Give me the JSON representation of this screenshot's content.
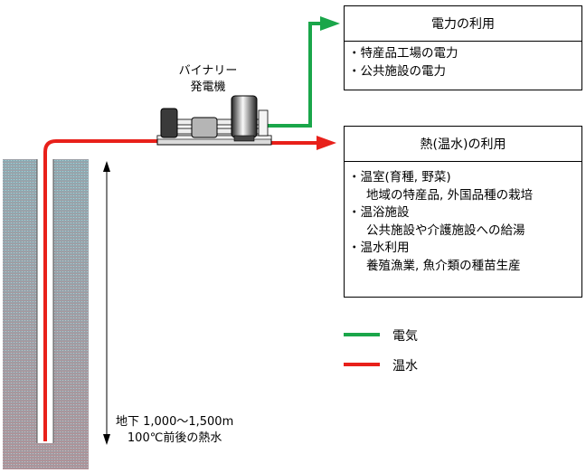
{
  "generator": {
    "label_line1": "バイナリー",
    "label_line2": "発電機"
  },
  "electricity_box": {
    "title": "電力の利用",
    "items": [
      "・特産品工場の電力",
      "・公共施設の電力"
    ]
  },
  "heat_box": {
    "title": "熱(温水)の利用",
    "lines": [
      {
        "text": "・温室(育種, 野菜)",
        "indent": false
      },
      {
        "text": "地域の特産品, 外国品種の栽培",
        "indent": true
      },
      {
        "text": "・温浴施設",
        "indent": false
      },
      {
        "text": "公共施設や介護施設への給湯",
        "indent": true
      },
      {
        "text": "・温水利用",
        "indent": false
      },
      {
        "text": "養殖漁業, 魚介類の種苗生産",
        "indent": true
      }
    ]
  },
  "depth": {
    "line1": "地下 1,000～1,500m",
    "line2": "100℃前後の熱水"
  },
  "legend": {
    "electricity": "電気",
    "hot_water": "温水"
  },
  "colors": {
    "electricity": "#1aa64a",
    "hot_water": "#e8201a",
    "well_top": "#7fb6bf",
    "well_bottom": "#b98a8f"
  }
}
